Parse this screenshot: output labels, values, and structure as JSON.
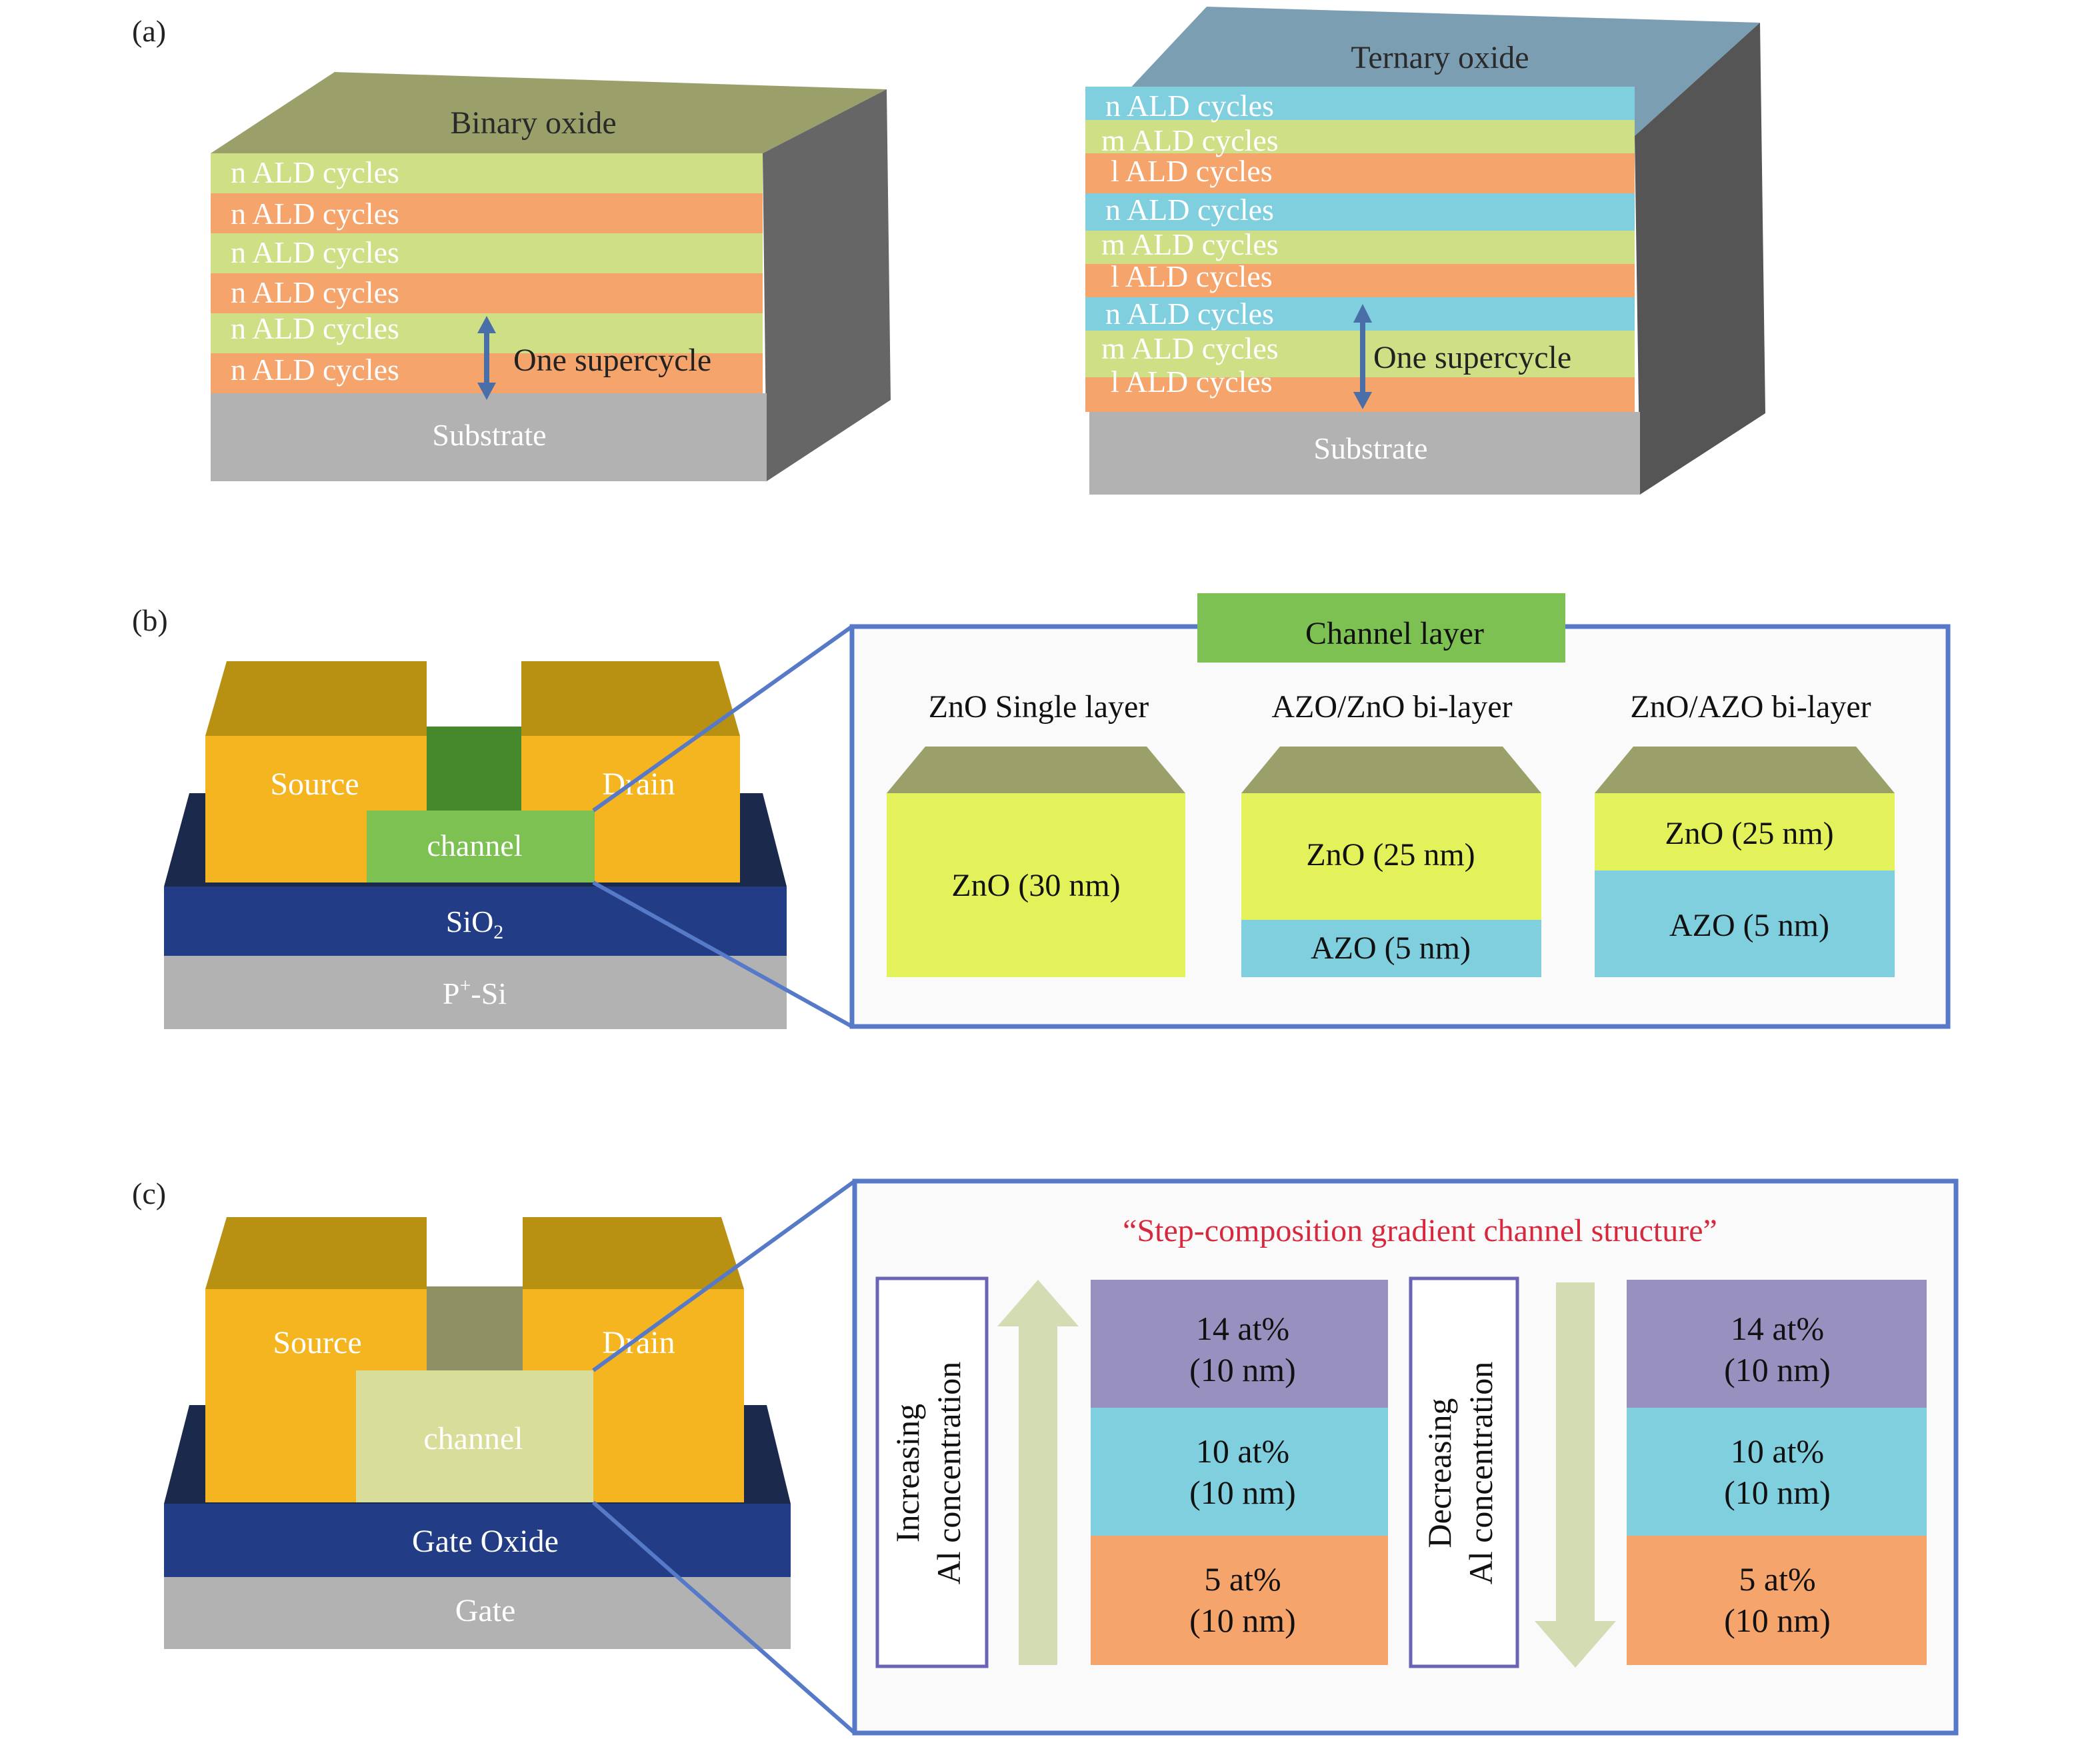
{
  "colors": {
    "green_layer": "#cfdf85",
    "orange_layer": "#f5a46c",
    "cyan_layer": "#7fcfdf",
    "substrate": "#b2b2b2",
    "binary_top": "#9ba06b",
    "ternary_top": "#7c9eb3",
    "gold": "#f5b521",
    "gold_top": "#b89012",
    "sio2": "#223d86",
    "channel_green": "#7cc152",
    "frame_blue": "#5679c8",
    "zno_yellow": "#e3f25a",
    "azo_cyan": "#7fcfdf",
    "purple": "#9891bf",
    "arrow_green": "#d4dcb4",
    "red_title": "#d8283e"
  },
  "panel_a": {
    "label": "(a)",
    "binary": {
      "title": "Binary oxide",
      "layers": [
        "n ALD cycles",
        "n ALD cycles",
        "n ALD cycles",
        "n ALD cycles",
        "n ALD cycles",
        "n ALD cycles"
      ],
      "supercycle": "One supercycle",
      "substrate": "Substrate"
    },
    "ternary": {
      "title": "Ternary oxide",
      "layers": [
        "n ALD cycles",
        "m ALD cycles",
        "l ALD cycles",
        "n ALD cycles",
        "m ALD cycles",
        "l ALD cycles",
        "n ALD cycles",
        "m ALD cycles",
        "l ALD cycles"
      ],
      "supercycle": "One supercycle",
      "substrate": "Substrate"
    }
  },
  "panel_b": {
    "label": "(b)",
    "device": {
      "source": "Source",
      "drain": "Drain",
      "channel": "channel",
      "oxide": "SiO",
      "oxide_sub": "2",
      "gate": "P",
      "gate_sup": "+",
      "gate_rest": "-Si"
    },
    "header": "Channel layer",
    "columns": [
      {
        "title": "ZnO Single layer",
        "layers": [
          "ZnO (30 nm)"
        ]
      },
      {
        "title": "AZO/ZnO bi-layer",
        "layers": [
          "ZnO (25 nm)",
          "AZO (5 nm)"
        ]
      },
      {
        "title": "ZnO/AZO bi-layer",
        "layers": [
          "ZnO (25 nm)",
          "AZO (5 nm)"
        ]
      }
    ]
  },
  "panel_c": {
    "label": "(c)",
    "device": {
      "source": "Source",
      "drain": "Drain",
      "channel": "channel",
      "oxide": "Gate Oxide",
      "gate": "Gate"
    },
    "title": "“Step-composition gradient channel structure”",
    "increasing": {
      "line1": "Increasing",
      "line2": "Al concentration"
    },
    "decreasing": {
      "line1": "Decreasing",
      "line2": "Al concentration"
    },
    "stack_left": [
      {
        "pct": "14 at%",
        "thick": "(10 nm)"
      },
      {
        "pct": "10 at%",
        "thick": "(10 nm)"
      },
      {
        "pct": "5 at%",
        "thick": "(10 nm)"
      }
    ],
    "stack_right": [
      {
        "pct": "14 at%",
        "thick": "(10 nm)"
      },
      {
        "pct": "10 at%",
        "thick": "(10 nm)"
      },
      {
        "pct": "5 at%",
        "thick": "(10 nm)"
      }
    ]
  }
}
